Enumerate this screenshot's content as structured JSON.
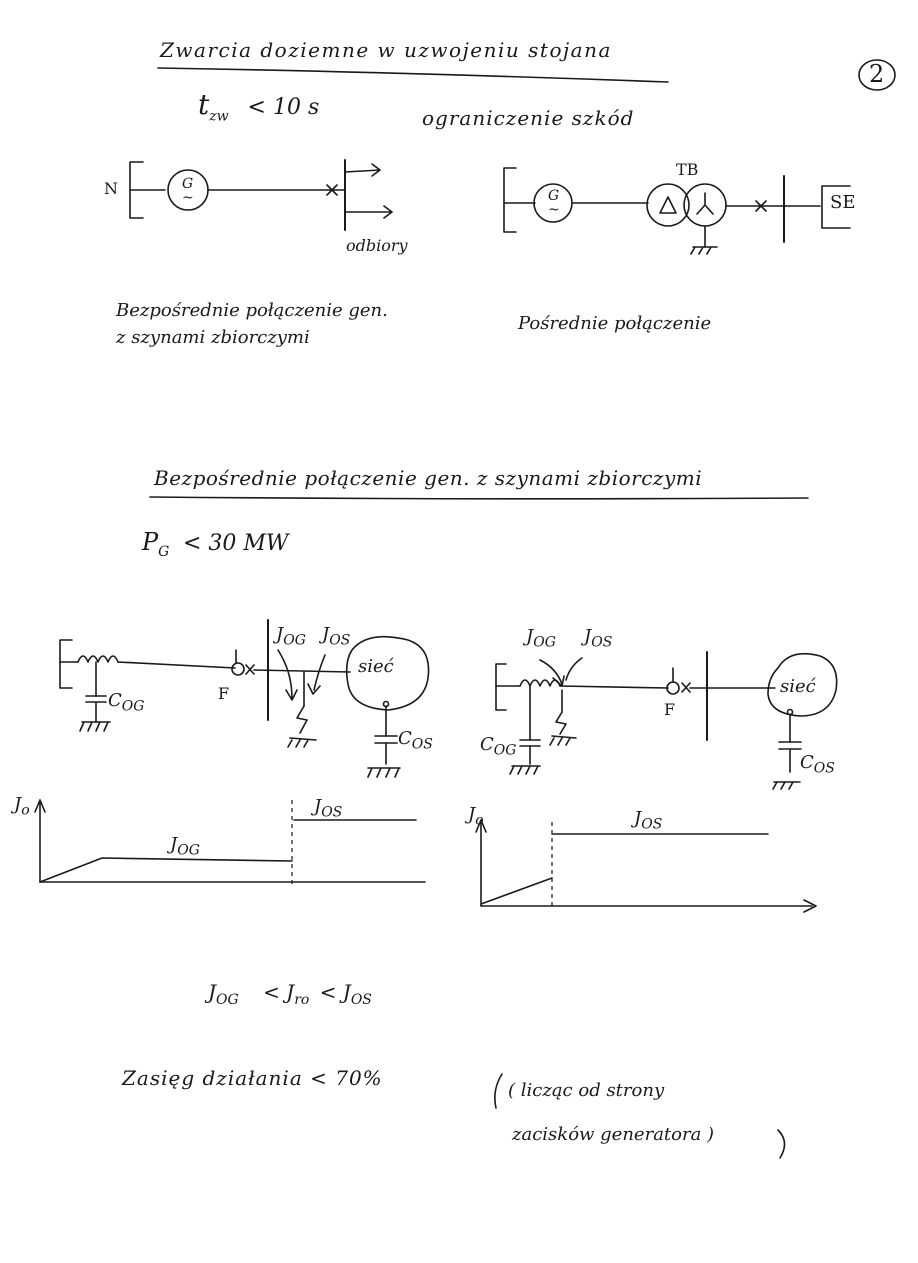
{
  "page_number": "2",
  "header": {
    "title": "Zwarcia doziemne w uzwojeniu stojana",
    "condition": "t",
    "condition_sub": "zw",
    "condition_rest": "< 10 s",
    "note": "ograniczenie szkód"
  },
  "diagram_direct": {
    "bus_label": "N",
    "generator_label": "G",
    "load_label": "odbiory",
    "caption_line1": "Bezpośrednie połączenie gen.",
    "caption_line2": "z szynami zbiorczymi"
  },
  "diagram_indirect": {
    "generator_label": "G",
    "transformer_label": "TB",
    "system_label": "SE",
    "caption": "Pośrednie połączenie"
  },
  "section2": {
    "title": "Bezpośrednie połączenie gen. z szynami zbiorczymi",
    "condition": "P",
    "condition_sub": "G",
    "condition_rest": "< 30 MW"
  },
  "circuit_left": {
    "c_og": "C",
    "c_og_sub": "OG",
    "fault": "F",
    "j_og": "J",
    "j_og_sub": "OG",
    "j_os": "J",
    "j_os_sub": "OS",
    "network": "sieć",
    "c_os": "C",
    "c_os_sub": "OS"
  },
  "circuit_right": {
    "j_og": "J",
    "j_og_sub": "OG",
    "j_os": "J",
    "j_os_sub": "OS",
    "c_og": "C",
    "c_og_sub": "OG",
    "fault": "F",
    "network": "sieć",
    "c_os": "C",
    "c_os_sub": "OS"
  },
  "graph_left": {
    "y_axis": "J",
    "y_axis_sub": "o",
    "low_level": "J",
    "low_level_sub": "OG",
    "high_level": "J",
    "high_level_sub": "OS"
  },
  "graph_right": {
    "y_axis": "J",
    "y_axis_sub": "o",
    "high_level": "J",
    "high_level_sub": "OS"
  },
  "inequality": {
    "a": "J",
    "a_sub": "OG",
    "b": "< J",
    "b_sub": "ro",
    "c": "< J",
    "c_sub": "OS"
  },
  "conclusion": {
    "range": "Zasięg działania < 70%",
    "note_line1": "( licząc od strony",
    "note_line2": "zacisków generatora )"
  }
}
